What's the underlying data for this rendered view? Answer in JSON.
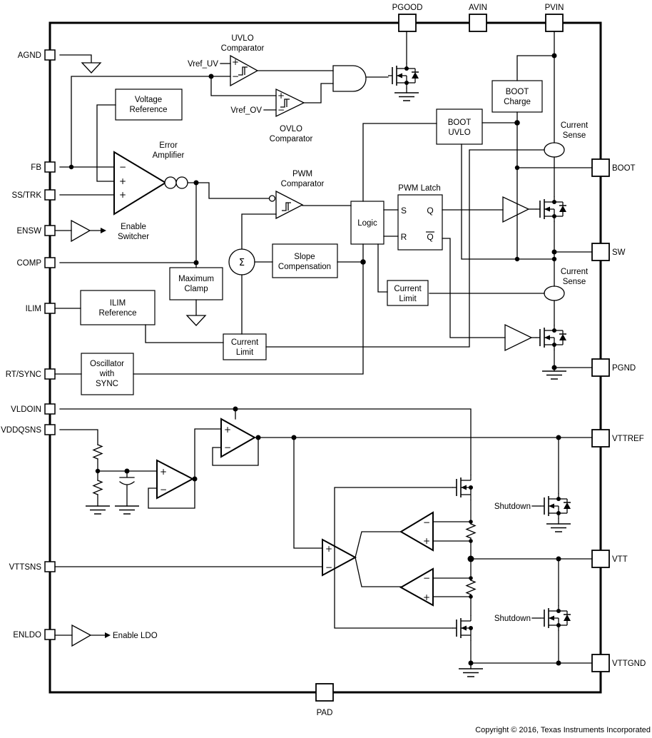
{
  "pins": {
    "top": [
      "PGOOD",
      "AVIN",
      "PVIN"
    ],
    "left": [
      "AGND",
      "FB",
      "SS/TRK",
      "ENSW",
      "COMP",
      "ILIM",
      "RT/SYNC",
      "VLDOIN",
      "VDDQSNS",
      "VTTSNS",
      "ENLDO"
    ],
    "right": [
      "BOOT",
      "SW",
      "PGND",
      "VTTREF",
      "VTT",
      "VTTGND"
    ],
    "bottom": [
      "PAD"
    ]
  },
  "blocks": {
    "voltage_reference": [
      "Voltage",
      "Reference"
    ],
    "boot_charge": [
      "BOOT",
      "Charge"
    ],
    "boot_uvlo": [
      "BOOT",
      "UVLO"
    ],
    "logic": "Logic",
    "pwm_latch": "PWM Latch",
    "latch_s": "S",
    "latch_q": "Q",
    "latch_r": "R",
    "latch_qbar": "Q",
    "slope_compensation": [
      "Slope",
      "Compensation"
    ],
    "maximum_clamp": [
      "Maximum",
      "Clamp"
    ],
    "ilim_reference": [
      "ILIM",
      "Reference"
    ],
    "current_limit": [
      "Current",
      "Limit"
    ],
    "oscillator": [
      "Oscillator",
      "with",
      "SYNC"
    ]
  },
  "labels": {
    "uvlo_comparator": [
      "UVLO",
      "Comparator"
    ],
    "ovlo_comparator": [
      "OVLO",
      "Comparator"
    ],
    "pwm_comparator": [
      "PWM",
      "Comparator"
    ],
    "error_amplifier": [
      "Error",
      "Amplifier"
    ],
    "enable_switcher": [
      "Enable",
      "Switcher"
    ],
    "enable_ldo": "Enable LDO",
    "current_sense": [
      "Current",
      "Sense"
    ],
    "shutdown": "Shutdown",
    "vref_uv": "Vref_UV",
    "vref_ov": "Vref_OV",
    "sigma": "Σ",
    "plus": "+",
    "minus": "−"
  },
  "footer": {
    "copyright": "Copyright © 2016, Texas Instruments Incorporated"
  },
  "colors": {
    "line": "#000000",
    "background": "#ffffff"
  }
}
